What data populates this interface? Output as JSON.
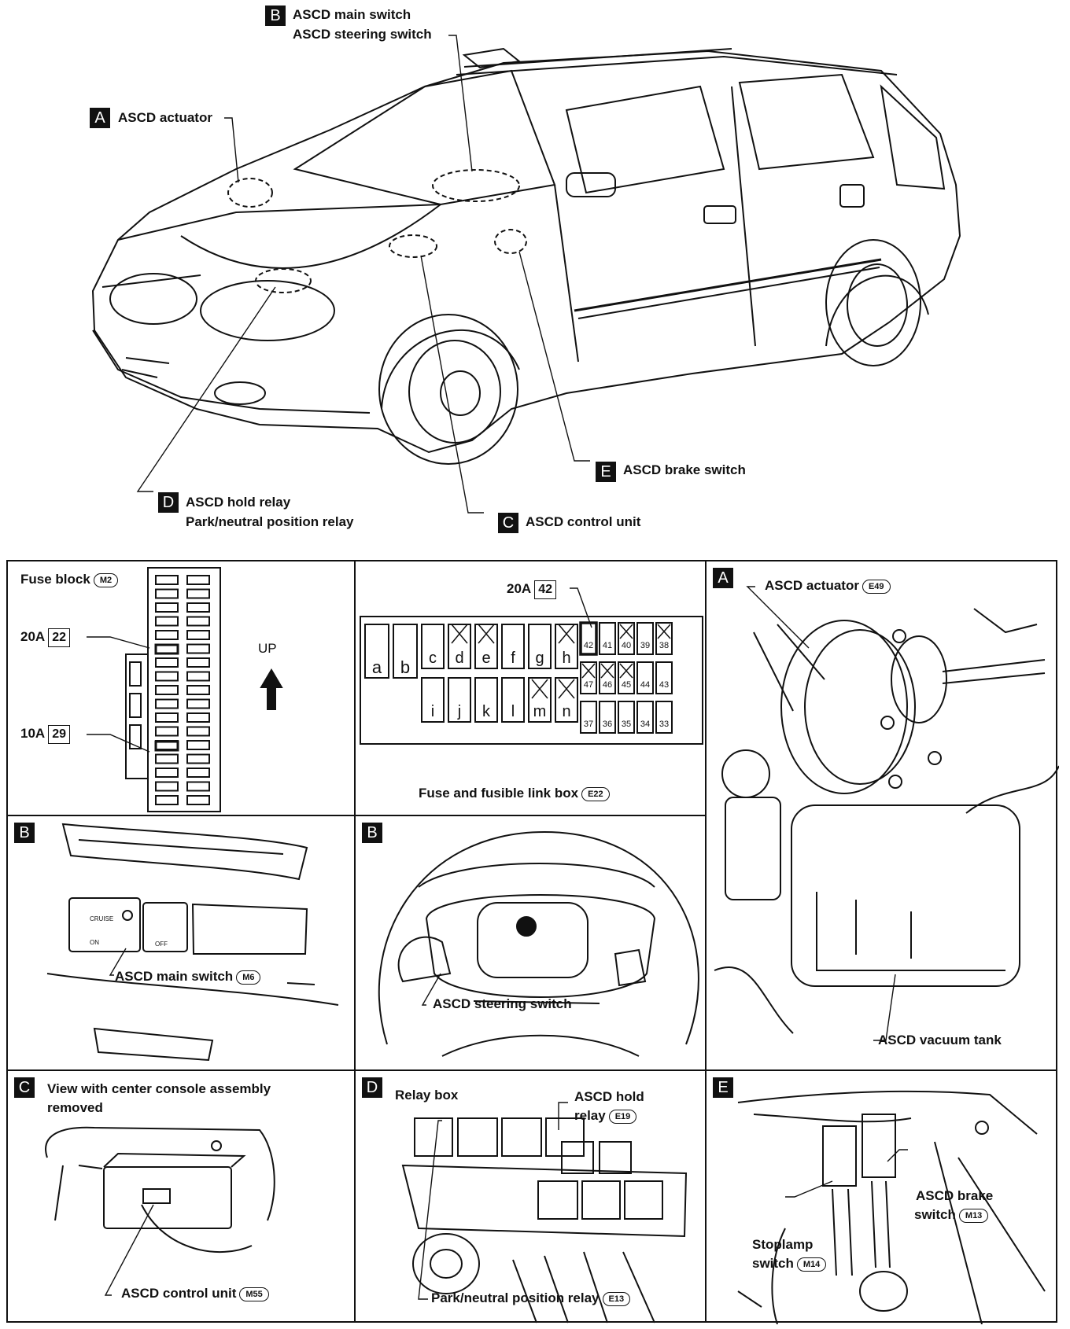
{
  "callouts": {
    "A": {
      "letter": "A",
      "text": "ASCD actuator"
    },
    "B": {
      "letter": "B",
      "line1": "ASCD main switch",
      "line2": "ASCD steering switch"
    },
    "C": {
      "letter": "C",
      "text": "ASCD control unit"
    },
    "D": {
      "letter": "D",
      "line1": "ASCD hold relay",
      "line2": "Park/neutral position relay"
    },
    "E": {
      "letter": "E",
      "text": "ASCD brake switch"
    }
  },
  "fuse_block": {
    "title": "Fuse block",
    "connector": "M2",
    "fuse22_amp": "20A",
    "fuse22_num": "22",
    "fuse29_amp": "10A",
    "fuse29_num": "29",
    "up_label": "UP"
  },
  "fusible_link_box": {
    "title": "Fuse and fusible link box",
    "connector": "E22",
    "fuse_amp": "20A",
    "fuse_num": "42",
    "top_letters": [
      "a",
      "b",
      "c",
      "d",
      "e",
      "f",
      "g",
      "h"
    ],
    "bottom_letters": [
      "i",
      "j",
      "k",
      "l",
      "m",
      "n"
    ],
    "fuse_row1": [
      "42",
      "41",
      "40",
      "39",
      "38"
    ],
    "fuse_row2": [
      "47",
      "46",
      "45",
      "44",
      "43"
    ],
    "fuse_row3": [
      "37",
      "36",
      "35",
      "34",
      "33"
    ]
  },
  "panel_a": {
    "letter": "A",
    "actuator_label": "ASCD actuator",
    "actuator_connector": "E49",
    "vacuum_label": "ASCD vacuum tank"
  },
  "panel_b1": {
    "letter": "B",
    "label": "ASCD main switch",
    "connector": "M6",
    "cruise": "CRUISE",
    "on": "ON",
    "off": "OFF"
  },
  "panel_b2": {
    "letter": "B",
    "label": "ASCD steering switch"
  },
  "panel_c": {
    "letter": "C",
    "line1": "View with center console assembly",
    "line2": "removed",
    "label": "ASCD control unit",
    "connector": "M55"
  },
  "panel_d": {
    "letter": "D",
    "title": "Relay box",
    "hold_line1": "ASCD hold",
    "hold_line2": "relay",
    "hold_connector": "E19",
    "pnp_label": "Park/neutral position relay",
    "pnp_connector": "E13"
  },
  "panel_e": {
    "letter": "E",
    "brake_line1": "ASCD brake",
    "brake_line2": "switch",
    "brake_connector": "M13",
    "stop_line1": "Stoplamp",
    "stop_line2": "switch",
    "stop_connector": "M14"
  }
}
